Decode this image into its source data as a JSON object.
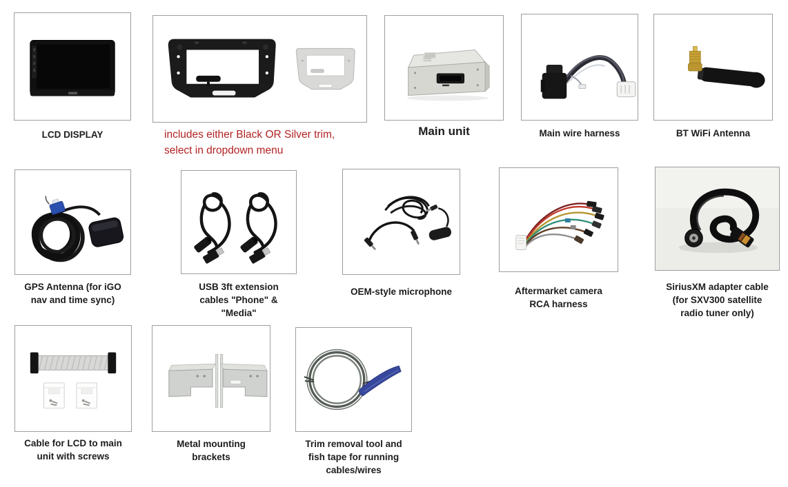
{
  "colors": {
    "note_red": "#b22222",
    "caption_text": "#1c1c1c",
    "box_border": "#9d9d9d"
  },
  "items": [
    {
      "name": "lcd-display",
      "label": "LCD DISPLAY"
    },
    {
      "name": "trim-options",
      "note": "includes either Black OR Silver trim,\nselect in dropdown menu"
    },
    {
      "name": "main-unit",
      "label": "Main unit"
    },
    {
      "name": "main-wire-harness",
      "label": "Main wire harness"
    },
    {
      "name": "bt-wifi-antenna",
      "label": "BT WiFi Antenna"
    },
    {
      "name": "gps-antenna",
      "label": "GPS Antenna (for iGO\nnav and time sync)"
    },
    {
      "name": "usb-extension-cables",
      "label": "USB 3ft extension\ncables \"Phone\" &\n\"Media\""
    },
    {
      "name": "oem-microphone",
      "label": "OEM-style microphone"
    },
    {
      "name": "camera-rca-harness",
      "label": "Aftermarket camera\nRCA harness"
    },
    {
      "name": "siriusxm-adapter-cable",
      "label": "SiriusXM adapter cable\n(for SXV300 satellite\nradio tuner only)"
    },
    {
      "name": "lcd-to-main-cable",
      "label": "Cable for LCD to main\nunit with screws"
    },
    {
      "name": "metal-mounting-brackets",
      "label": "Metal mounting\nbrackets"
    },
    {
      "name": "trim-tool-fish-tape",
      "label": "Trim removal tool and\nfish tape for running\ncables/wires"
    }
  ]
}
